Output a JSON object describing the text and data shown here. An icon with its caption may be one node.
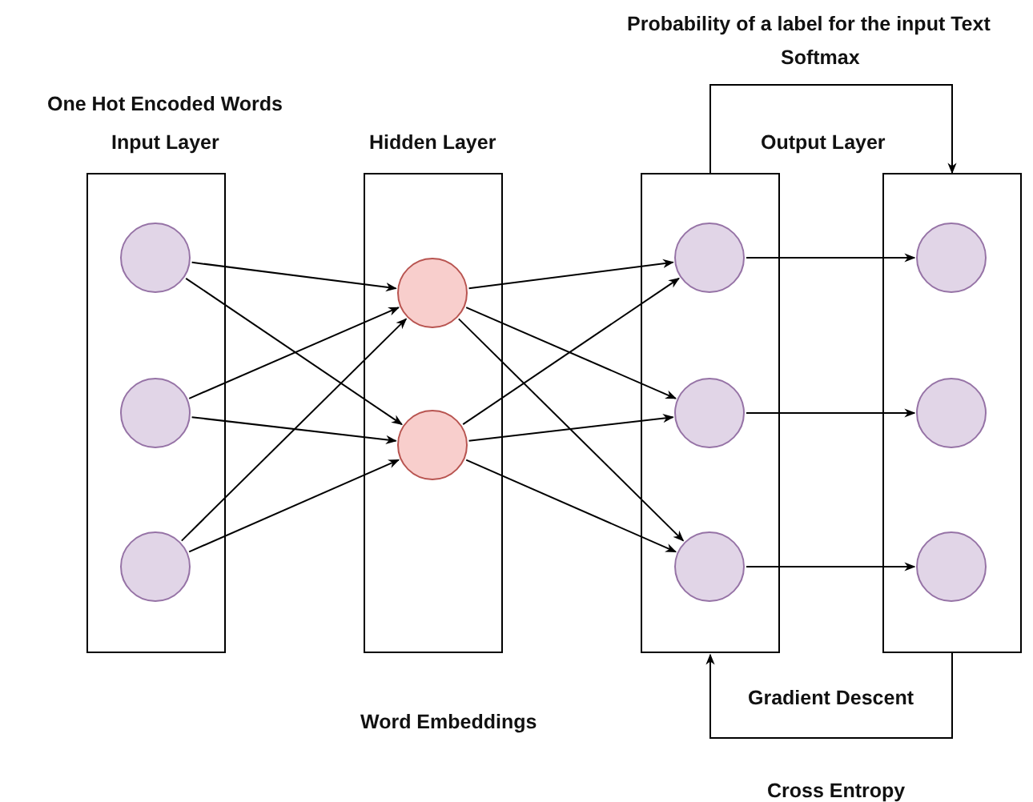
{
  "diagram": {
    "nodes": [
      {
        "text": [
          "Input Layer"
        ],
        "beside": [
          "One Hot Encoded Words"
        ]
      },
      {
        "text": [],
        "shape": "circle",
        "in": 0
      },
      {
        "text": [],
        "shape": "circle",
        "in": 0
      },
      {
        "text": [],
        "shape": "circle",
        "in": 0
      },
      {
        "text": [
          "Hidden Layer"
        ],
        "beside": [
          "Word Embeddings"
        ]
      },
      {
        "text": [],
        "shape": "circle",
        "in": 4
      },
      {
        "text": [],
        "shape": "circle",
        "in": 4
      },
      {
        "text": [
          "Output Layer"
        ]
      },
      {
        "text": [],
        "shape": "circle",
        "in": 7
      },
      {
        "text": [],
        "shape": "circle",
        "in": 7
      },
      {
        "text": [],
        "shape": "circle",
        "in": 7
      },
      {
        "text": [],
        "shape": "box"
      },
      {
        "text": [],
        "shape": "circle",
        "in": 11
      },
      {
        "text": [],
        "shape": "circle",
        "in": 11
      },
      {
        "text": [],
        "shape": "circle",
        "in": 11
      }
    ],
    "edges": [
      {
        "from": 1,
        "to": 5,
        "arrow": "to"
      },
      {
        "from": 1,
        "to": 6,
        "arrow": "to"
      },
      {
        "from": 2,
        "to": 5,
        "arrow": "to"
      },
      {
        "from": 2,
        "to": 6,
        "arrow": "to"
      },
      {
        "from": 3,
        "to": 5,
        "arrow": "to"
      },
      {
        "from": 3,
        "to": 6,
        "arrow": "to"
      },
      {
        "from": 5,
        "to": 8,
        "arrow": "to"
      },
      {
        "from": 5,
        "to": 9,
        "arrow": "to"
      },
      {
        "from": 5,
        "to": 10,
        "arrow": "to"
      },
      {
        "from": 6,
        "to": 8,
        "arrow": "to"
      },
      {
        "from": 6,
        "to": 9,
        "arrow": "to"
      },
      {
        "from": 6,
        "to": 10,
        "arrow": "to"
      },
      {
        "from": 8,
        "to": 12,
        "arrow": "to"
      },
      {
        "from": 9,
        "to": 13,
        "arrow": "to"
      },
      {
        "from": 10,
        "to": 14,
        "arrow": "to"
      },
      {
        "from": 7,
        "to": 11,
        "arrow": "to",
        "label": "Softmax"
      },
      {
        "from": 11,
        "to": 7,
        "arrow": "to",
        "label": "Gradient Descent"
      }
    ],
    "labels": [
      "Probability of a label for the input Text",
      "Cross Entropy"
    ]
  }
}
